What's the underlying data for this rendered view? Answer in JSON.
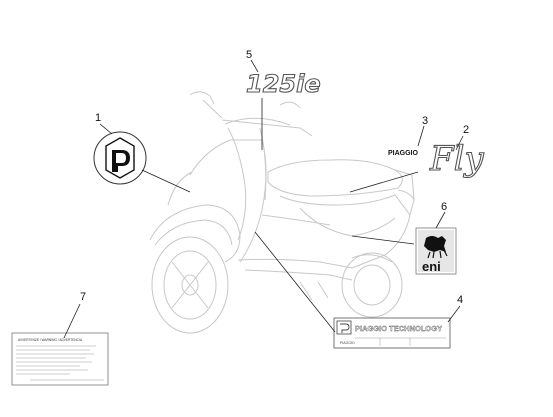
{
  "callouts": [
    "1",
    "2",
    "3",
    "4",
    "5",
    "6",
    "7"
  ],
  "decals": {
    "model_badge": "125ie",
    "piaggio_small": "PIAGGIO",
    "fly_script": "Fly",
    "technology_plate": "PIAGGIO TECHNOLOGY",
    "technology_plate_small": "PIAGGIO",
    "eni_logo": "eni",
    "warning_label_title": "AVVERTENZE / WARNING / ADVERTENCIA"
  }
}
